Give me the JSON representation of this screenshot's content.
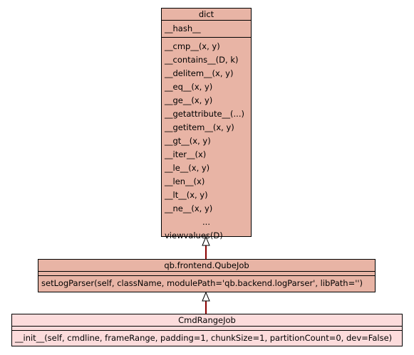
{
  "colors": {
    "base_fill": "#e8b4a5",
    "leaf_fill": "#fcdcdc",
    "border": "#000000",
    "inherit_line": "#8b0000"
  },
  "classes": {
    "dict": {
      "name": "dict",
      "attributes": [
        "__hash__"
      ],
      "methods": [
        "__cmp__(x, y)",
        "__contains__(D, k)",
        "__delitem__(x, y)",
        "__eq__(x, y)",
        "__ge__(x, y)",
        "__getattribute__(...)",
        "__getitem__(x, y)",
        "__gt__(x, y)",
        "__iter__(x)",
        "__le__(x, y)",
        "__len__(x)",
        "__lt__(x, y)",
        "__ne__(x, y)",
        "...",
        "viewvalues(D)"
      ]
    },
    "qubejob": {
      "name": "qb.frontend.QubeJob",
      "methods": [
        "setLogParser(self, className, modulePath='qb.backend.logParser', libPath='')"
      ]
    },
    "cmdrangejob": {
      "name": "CmdRangeJob",
      "methods": [
        "__init__(self, cmdline, frameRange, padding=1, chunkSize=1, partitionCount=0, dev=False)"
      ]
    }
  }
}
